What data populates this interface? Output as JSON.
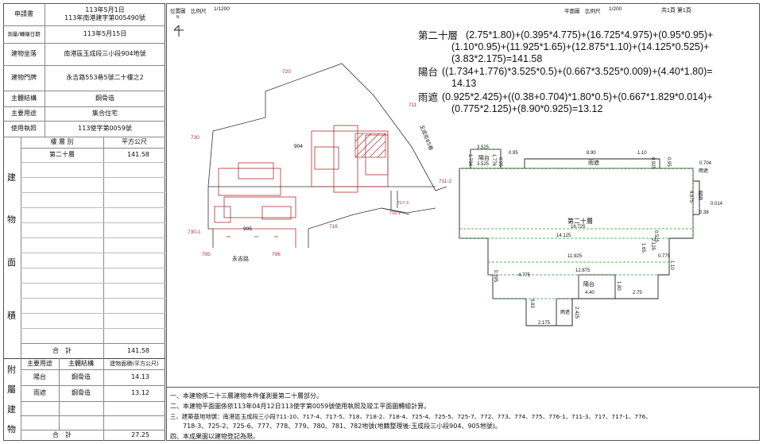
{
  "left_table": {
    "header_rows": [
      {
        "label": "申請書",
        "value_line1": "113年5月1日",
        "value_line2": "113年南港建字第005490號"
      },
      {
        "label": "測量/轉繪日期",
        "value": "113年5月15日"
      },
      {
        "label": "建物坐落",
        "value": "南港區玉成段三小段904地號"
      },
      {
        "label": "建物門牌",
        "value": "永吉路553巷5號二十樓之2"
      },
      {
        "label": "主體結構",
        "value": "鋼骨造"
      },
      {
        "label": "主要用途",
        "value": "集合住宅"
      },
      {
        "label": "使用執照",
        "value": "113使字第0059號"
      }
    ],
    "building_area_vertical": [
      "建",
      "物",
      "面",
      "積"
    ],
    "col_floor": "樓 層 別",
    "col_area": "平方公尺",
    "floor_rows": [
      {
        "floor": "第二十層",
        "area": "141.58"
      }
    ],
    "total_label": "合　計",
    "total_value": "141.58",
    "annex_vertical": [
      "附",
      "屬",
      "建",
      "物"
    ],
    "annex_headers": [
      "主要用途",
      "主體結構",
      "建物面積(平方公尺)"
    ],
    "annex_rows": [
      {
        "use": "陽台",
        "structure": "鋼骨造",
        "area": "14.13"
      },
      {
        "use": "雨遮",
        "structure": "鋼骨造",
        "area": "13.12"
      }
    ],
    "annex_total_label": "合　計",
    "annex_total_value": "27.25"
  },
  "site_plan": {
    "title": "位置圖",
    "scale_label": "比例尺",
    "scale": "1/1200",
    "north": "N",
    "lot_numbers": [
      "720",
      "711",
      "730",
      "904",
      "711-2",
      "717-3",
      "716-1",
      "716",
      "905",
      "730-1",
      "795",
      "796"
    ],
    "road_main": "永吉路",
    "road_side": "玉成街85巷"
  },
  "floor_plan": {
    "title": "平面圖",
    "scale_label": "比例尺",
    "scale": "1/200",
    "page_info": "共1頁 第1頁",
    "formulas": [
      {
        "name": "第二十層",
        "lines": [
          "(2.75*1.80)+(0.395*4.775)+(16.725*4.975)+(0.95*0.95)+",
          "(1.10*0.95)+(11.925*1.65)+(12.875*1.10)+(14.125*0.525)+",
          "(3.83*2.175)=141.58"
        ]
      },
      {
        "name": "陽台",
        "lines": [
          "((1.734+1.776)*3.525*0.5)+(0.667*3.525*0.009)+(4.40*1.80)=",
          "14.13"
        ]
      },
      {
        "name": "雨遮",
        "lines": [
          "(0.925*2.425)+((0.38+0.704)*1.80*0.5)+(0.667*1.829*0.014)+",
          "(0.775*2.125)+(8.90*0.925)=13.12"
        ]
      }
    ],
    "labels": {
      "main_floor": "第二十層",
      "balcony": "陽台",
      "canopy": "雨遮"
    },
    "dimensions": [
      "3.525",
      "3.525",
      "0.95",
      "8.90",
      "1.10",
      "1.734",
      "1.776",
      "0.95",
      "0.925",
      "0.95",
      "16.725",
      "14.125",
      "0.525",
      "11.925",
      "1.65",
      "0.775",
      "12.875",
      "1.10",
      "4.775",
      "0.395",
      "4.40",
      "1.80",
      "2.75",
      "3.83",
      "2.175",
      "2.425",
      "0.704",
      "0.38",
      "0.014",
      "4.975",
      "2.125"
    ]
  },
  "notes": [
    "一、本建物係二十三層建物本件僅測量第二十層部分。",
    "二、本建物平面圖係依113年04月12日113使字第0059號使用執照及竣工平面圖轉繪計算。",
    "三、建築基地地號：南港區玉成段三小段711-10、717-4、717-5、718、718-2、718-4、725-4、725-5、725-7、772、773、774、775、776-1、711-3、717、717-1、776、",
    "　　718-3、725-2、725-6、777、778、779、780、781、782地號(地籍整理後:玉成段三小段904、905地號)。",
    "四、本成果圖以建物登記為限。"
  ]
}
